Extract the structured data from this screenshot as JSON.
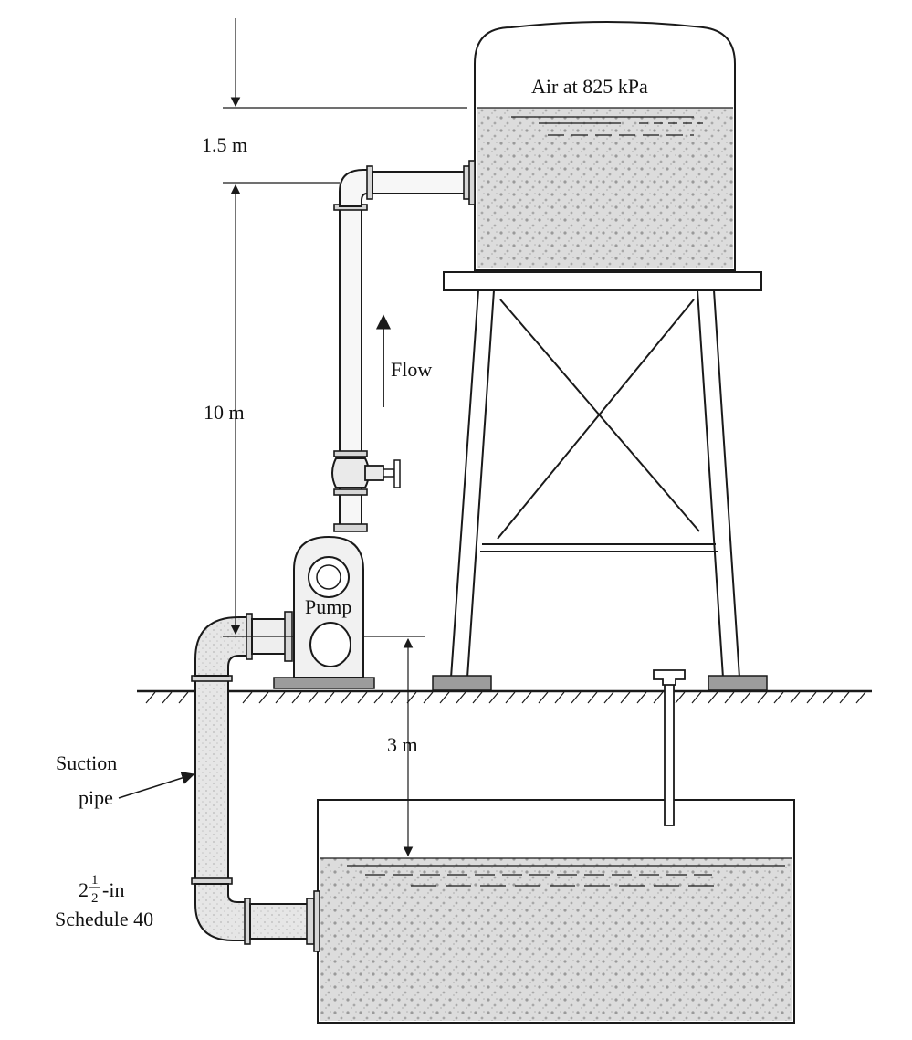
{
  "labels": {
    "air": "Air at 825 kPa",
    "dim_top": "1.5 m",
    "dim_mid": "10 m",
    "dim_bottom": "3 m",
    "flow": "Flow",
    "pump": "Pump",
    "suction_line1": "Suction",
    "suction_line2": "pipe",
    "pipe_size_whole": "2",
    "pipe_size_num": "1",
    "pipe_size_den": "2",
    "pipe_size_unit": "-in",
    "pipe_schedule": "Schedule 40"
  }
}
